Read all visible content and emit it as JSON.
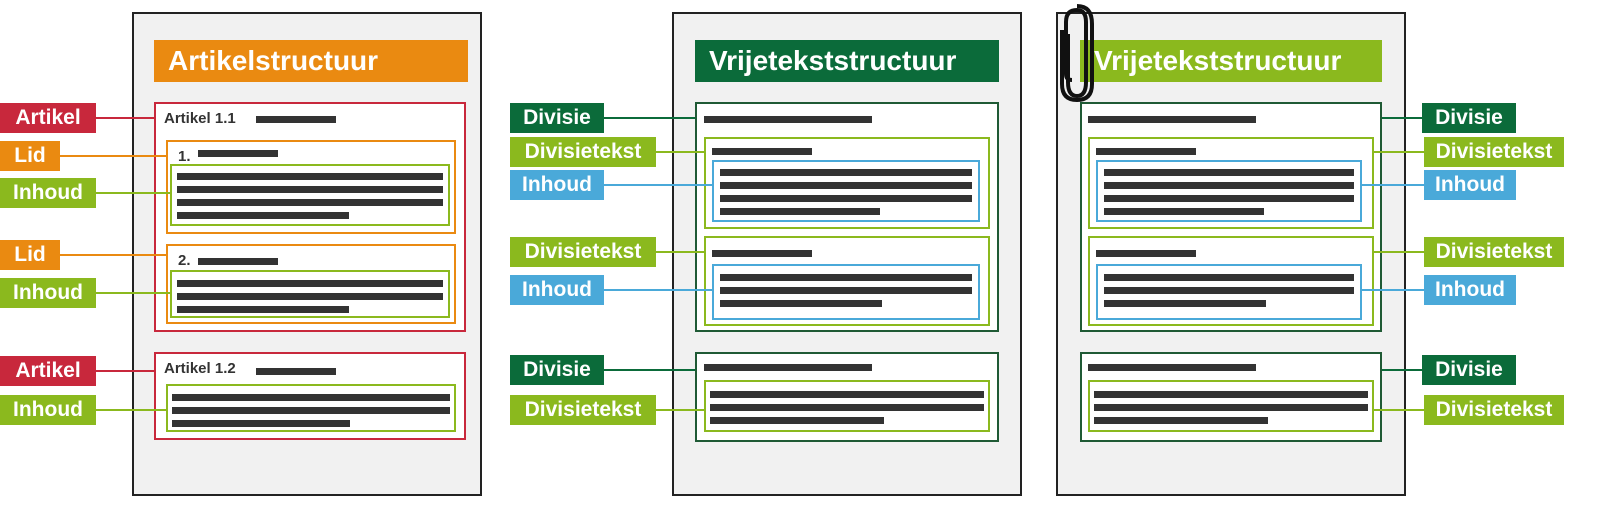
{
  "colors": {
    "artikel": "#c8283c",
    "lid": "#ea8a11",
    "inhoud_green": "#8bb91e",
    "divisie": "#0b6b3a",
    "inhoud_blue": "#4aa9d9",
    "vrije_title_2": "#8bb91e"
  },
  "panel1": {
    "title": "Artikelstructuur",
    "artikel_1": "Artikel 1.1",
    "lid_1": "1.",
    "lid_2": "2.",
    "artikel_2": "Artikel 1.2",
    "labels": {
      "artikel": "Artikel",
      "lid": "Lid",
      "inhoud": "Inhoud"
    }
  },
  "panel2": {
    "title": "Vrijetekststructuur",
    "labels": {
      "divisie": "Divisie",
      "divisietekst": "Divisietekst",
      "inhoud": "Inhoud"
    }
  },
  "panel3": {
    "title": "Vrijetekststructuur",
    "labels": {
      "divisie": "Divisie",
      "divisietekst": "Divisietekst",
      "inhoud": "Inhoud"
    }
  },
  "icons": {
    "attachment": "paperclip-icon"
  }
}
